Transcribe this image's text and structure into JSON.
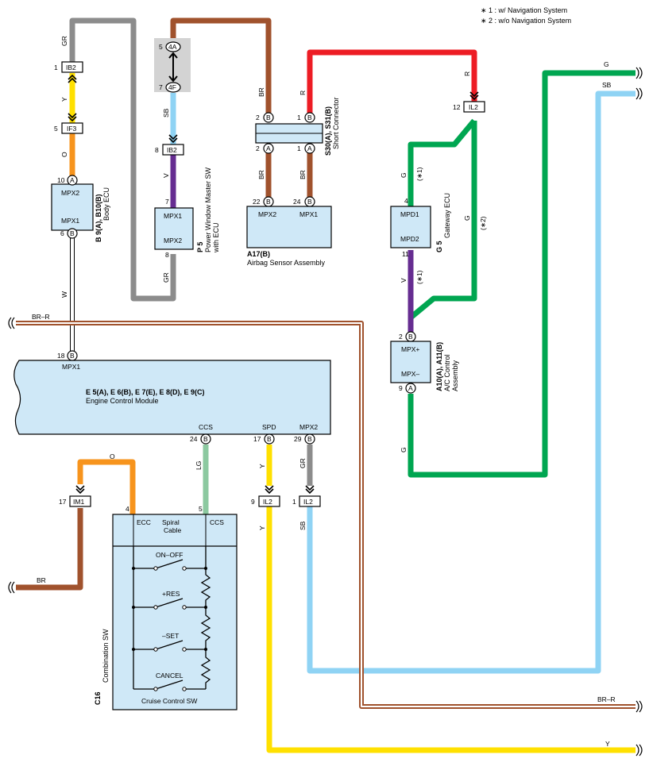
{
  "notes": {
    "note1": "∗ 1 : w/ Navigation System",
    "note2": "∗ 2 : w/o Navigation System"
  },
  "connectors": {
    "ib2_top": "IB2",
    "if3": "IF3",
    "ib2_mid": "IB2",
    "il2_top": "IL2",
    "im1": "IM1",
    "il2_spd": "IL2",
    "il2_mpx2": "IL2",
    "jc_4a": "4A",
    "jc_4f": "4F"
  },
  "pins": {
    "ib2_top": "1",
    "if3": "5",
    "ib2_mid": "8",
    "il2_top": "12",
    "im1": "17",
    "il2_spd": "9",
    "il2_mpx2": "1",
    "jc_4a": "5",
    "jc_4f": "7",
    "body_in": "10",
    "body_out": "6",
    "pw_in": "7",
    "pw_out": "8",
    "sc_left_top": "2",
    "sc_right_top": "1",
    "sc_left_bot": "2",
    "sc_right_bot": "1",
    "ab_left": "22",
    "ab_right": "24",
    "gw_in": "4",
    "gw_out": "11",
    "ac_in": "2",
    "ac_out": "9",
    "ecm_mpx1": "18",
    "ecm_ccs": "24",
    "ecm_spd": "17",
    "ecm_mpx2": "29",
    "combo_ecc": "4",
    "combo_ccs": "5"
  },
  "pin_letters": {
    "A": "A",
    "B": "B"
  },
  "wire_colors": {
    "GR": "GR",
    "Y": "Y",
    "O": "O",
    "W": "W",
    "BR": "BR",
    "SB": "SB",
    "V": "V",
    "R": "R",
    "G": "G",
    "LG": "LG",
    "BR_R": "BR–R"
  },
  "wire_notes": {
    "g_n1": "(∗1)",
    "g_n2": "(∗2)",
    "v_n1": "(∗1)"
  },
  "components": {
    "body_ecu": {
      "code": "B 9(A), B10(B)",
      "name": "Body ECU",
      "top": "MPX2",
      "bottom": "MPX1"
    },
    "power_window": {
      "code": "P 5",
      "name1": "Power Window Master SW",
      "name2": "with ECU",
      "top": "MPX1",
      "bottom": "MPX2"
    },
    "short_connector": {
      "code": "S30(A), S31(B)",
      "name": "Short Connector"
    },
    "airbag": {
      "code": "A17(B)",
      "name": "Airbag Sensor Assembly",
      "left": "MPX2",
      "right": "MPX1"
    },
    "gateway": {
      "code": "G 5",
      "name": "Gateway ECU",
      "top": "MPD1",
      "bottom": "MPD2"
    },
    "ac_control": {
      "code": "A10(A), A11(B)",
      "name1": "A/C Control",
      "name2": "Assembly",
      "top": "MPX+",
      "bottom": "MPX–"
    },
    "ecm": {
      "code": "E 5(A), E 6(B), E 7(E), E 8(D), E 9(C)",
      "name": "Engine Control Module",
      "mpx1": "MPX1",
      "ccs": "CCS",
      "spd": "SPD",
      "mpx2": "MPX2"
    },
    "combination_sw": {
      "code": "C16",
      "name": "Combination SW",
      "ecc": "ECC",
      "spiral1": "Spiral",
      "spiral2": "Cable",
      "ccs": "CCS",
      "sw1": "ON–OFF",
      "sw2": "+RES",
      "sw3": "–SET",
      "sw4": "CANCEL",
      "caption": "Cruise Control SW"
    }
  },
  "colors": {
    "gray": "#8c8c8c",
    "yellow": "#ffe000",
    "orange": "#f7941d",
    "brown": "#a0522d",
    "light_blue": "#8fd3f4",
    "purple": "#662d91",
    "red": "#ed1c24",
    "green": "#00a651",
    "light_green": "#8cc9a0",
    "component_fill": "#cfe8f7"
  }
}
